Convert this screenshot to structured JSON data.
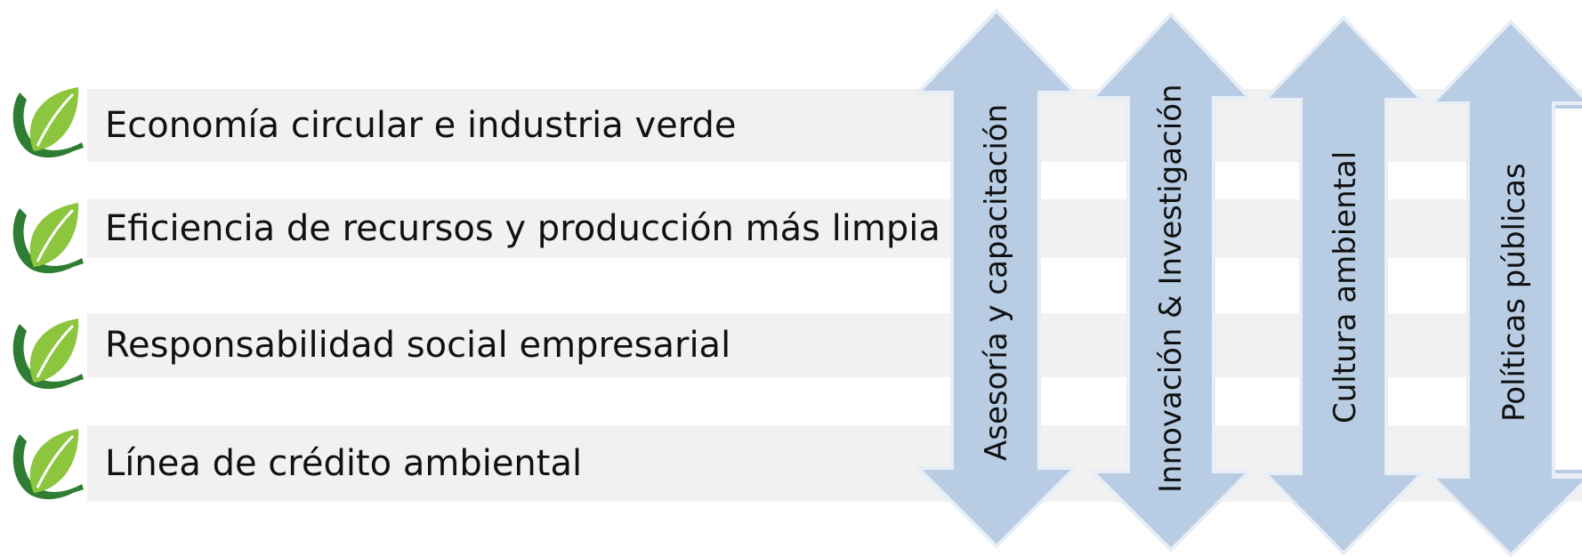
{
  "items": [
    {
      "label": "Economía circular e industria verde",
      "icon": "leaf-hand-icon"
    },
    {
      "label": "Eficiencia de recursos y producción más limpia",
      "icon": "leaf-hand-icon"
    },
    {
      "label": "Responsabilidad social empresarial",
      "icon": "leaf-hand-icon"
    },
    {
      "label": "Línea de crédito ambiental",
      "icon": "leaf-hand-icon"
    }
  ],
  "pillars": [
    {
      "label": "Asesoría y capacitación"
    },
    {
      "label": "Innovación & Investigación"
    },
    {
      "label": "Cultura ambiental"
    },
    {
      "label": "Políticas públicas"
    }
  ],
  "colors": {
    "arrow_fill": "#b8cde4",
    "arrow_edge": "#e8eef6",
    "row_background": "#f1f1f1",
    "leaf_light": "#8cc63f",
    "leaf_dark": "#2e7d32",
    "text": "#111111"
  }
}
